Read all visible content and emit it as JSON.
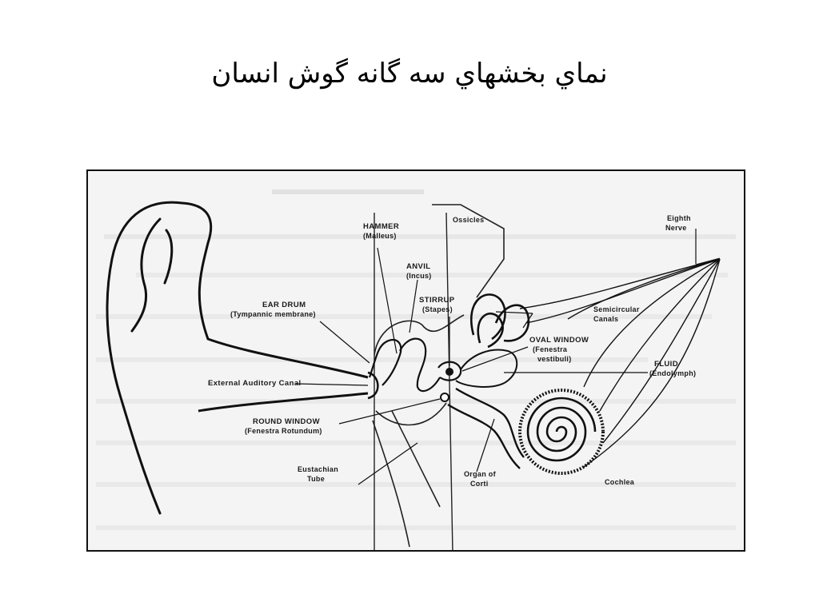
{
  "slide": {
    "title": "نماي بخشهاي سه گانه گوش انسان"
  },
  "diagram": {
    "labels": {
      "hammer": "HAMMER",
      "hammer_sub": "(Malleus)",
      "ossicles": "Ossicles",
      "eighth_nerve_1": "Eighth",
      "eighth_nerve_2": "Nerve",
      "anvil": "ANVIL",
      "anvil_sub": "(Incus)",
      "ear_drum": "EAR DRUM",
      "ear_drum_sub": "(Tympannic membrane)",
      "stirrup": "STIRRUP",
      "stirrup_sub": "(Stapes)",
      "semicircular_1": "Semicircular",
      "semicircular_2": "Canals",
      "oval_window": "OVAL WINDOW",
      "oval_window_sub1": "(Fenestra",
      "oval_window_sub2": "vestibuli)",
      "fluid": "FLUID",
      "fluid_sub": "(Endolymph)",
      "external_canal": "External Auditory Canal",
      "round_window": "ROUND WINDOW",
      "round_window_sub": "(Fenestra Rotundum)",
      "eustachian_1": "Eustachian",
      "eustachian_2": "Tube",
      "organ_corti_1": "Organ of",
      "organ_corti_2": "Corti",
      "cochlea": "Cochlea"
    }
  }
}
